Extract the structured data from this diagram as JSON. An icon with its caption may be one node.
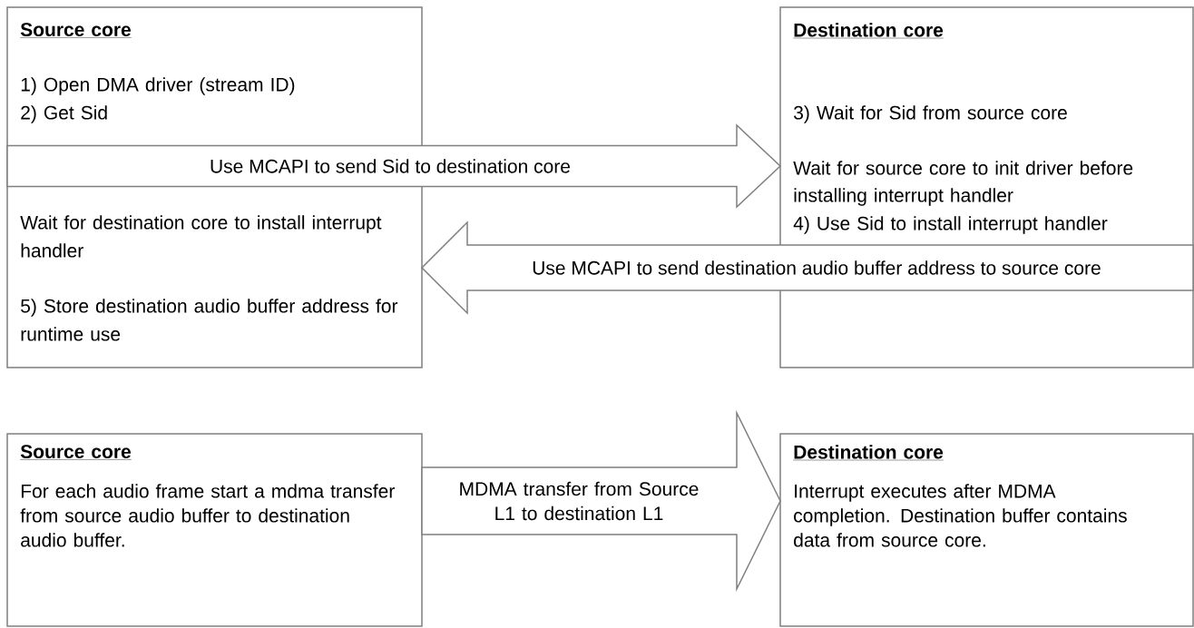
{
  "diagram": {
    "nodes": [
      {
        "text": [
          "Source core",
          "1) Open DMA driver (stream ID)",
          "2) Get Sid",
          "Wait for destination core to install interrupt handler",
          "5) Store destination audio buffer address for runtime use"
        ]
      },
      {
        "text": [
          "Destination core",
          "3) Wait for Sid from source core",
          "Wait for source core to init driver before installing interrupt handler",
          "4) Use Sid to install interrupt handler"
        ]
      },
      {
        "text": [
          "Source core",
          "For each audio frame start a mdma transfer from source audio buffer to destination audio buffer."
        ]
      },
      {
        "text": [
          "Destination core",
          "Interrupt executes after MDMA completion. Destination buffer contains data from source core."
        ]
      }
    ],
    "edges": [
      {
        "from": 0,
        "to": 1,
        "arrow": "to",
        "label": "Use MCAPI to send Sid to destination core"
      },
      {
        "from": 1,
        "to": 0,
        "arrow": "to",
        "label": "Use MCAPI to send destination audio buffer address to source core"
      },
      {
        "from": 2,
        "to": 3,
        "arrow": "to",
        "label": "MDMA transfer from Source L1 to destination L1"
      }
    ]
  }
}
